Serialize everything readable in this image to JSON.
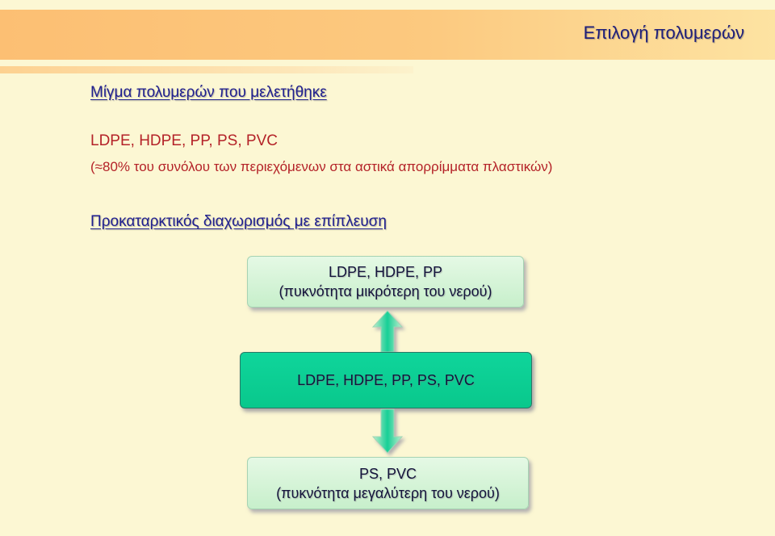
{
  "slide": {
    "title": "Επιλογή πολυμερών"
  },
  "section1": {
    "heading": "Μίγμα πολυμερών που μελετήθηκε",
    "polymers": "LDPE, HDPE, PP, PS, PVC",
    "note": "(≈80% του συνόλου των περιεχόμενων στα αστικά απορρίμματα πλαστικών)"
  },
  "section2": {
    "heading": "Προκαταρκτικός διαχωρισμός με επίπλευση"
  },
  "diagram": {
    "top_box": {
      "line1": "LDPE, HDPE, PP",
      "line2": "(πυκνότητα μικρότερη του νερού)"
    },
    "middle_box": {
      "label": "LDPE, HDPE, PP, PS, PVC"
    },
    "bottom_box": {
      "line1": "PS, PVC",
      "line2": "(πυκνότητα μεγαλύτερη του νερού)"
    }
  },
  "colors": {
    "background": "#fcf7d3",
    "title_bar": "#fcc97f",
    "heading_text": "#1f1f8f",
    "body_text": "#b42228",
    "light_box": "#d6f4d8",
    "middle_box": "#0dd095"
  }
}
